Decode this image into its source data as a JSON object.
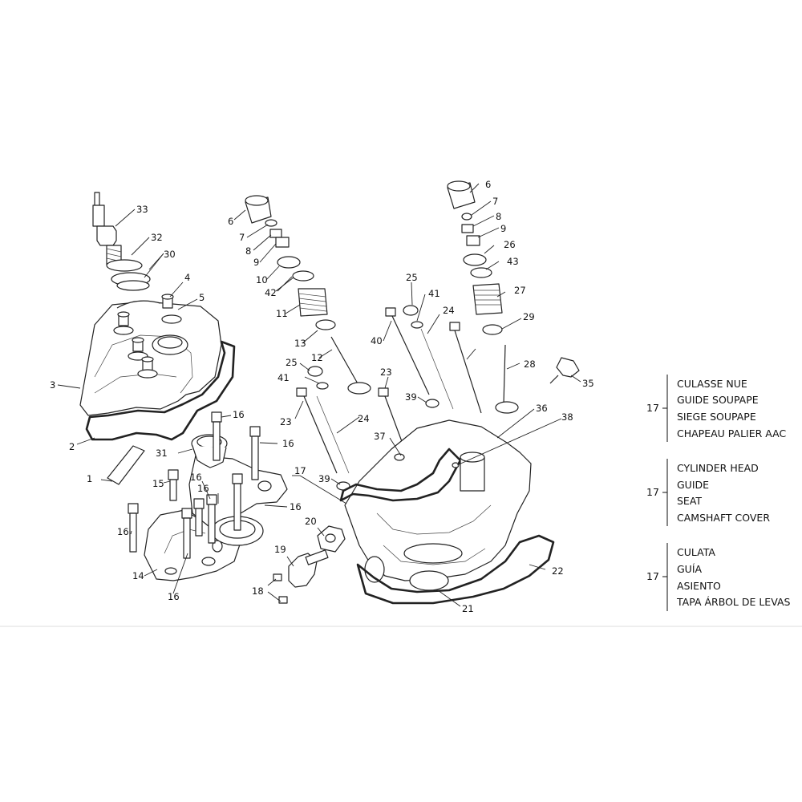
{
  "callouts": [
    "1",
    "2",
    "3",
    "4",
    "5",
    "6",
    "7",
    "8",
    "9",
    "10",
    "11",
    "12",
    "13",
    "14",
    "15",
    "16",
    "16",
    "16",
    "16",
    "16",
    "16",
    "16",
    "17",
    "18",
    "19",
    "20",
    "21",
    "22",
    "23",
    "23",
    "24",
    "24",
    "25",
    "25",
    "26",
    "27",
    "28",
    "29",
    "30",
    "31",
    "32",
    "33",
    "35",
    "36",
    "37",
    "38",
    "39",
    "39",
    "40",
    "41",
    "41",
    "42",
    "43",
    "6",
    "7",
    "8",
    "9"
  ],
  "legend": [
    {
      "ref": "17",
      "lines": [
        "CULASSE NUE",
        "GUIDE SOUPAPE",
        "SIEGE SOUPAPE",
        "CHAPEAU PALIER AAC"
      ]
    },
    {
      "ref": "17",
      "lines": [
        "CYLINDER HEAD",
        "GUIDE",
        "SEAT",
        "CAMSHAFT COVER"
      ]
    },
    {
      "ref": "17",
      "lines": [
        "CULATA",
        "GUÍA",
        "ASIENTO",
        "TAPA ÁRBOL DE LEVAS"
      ]
    }
  ]
}
